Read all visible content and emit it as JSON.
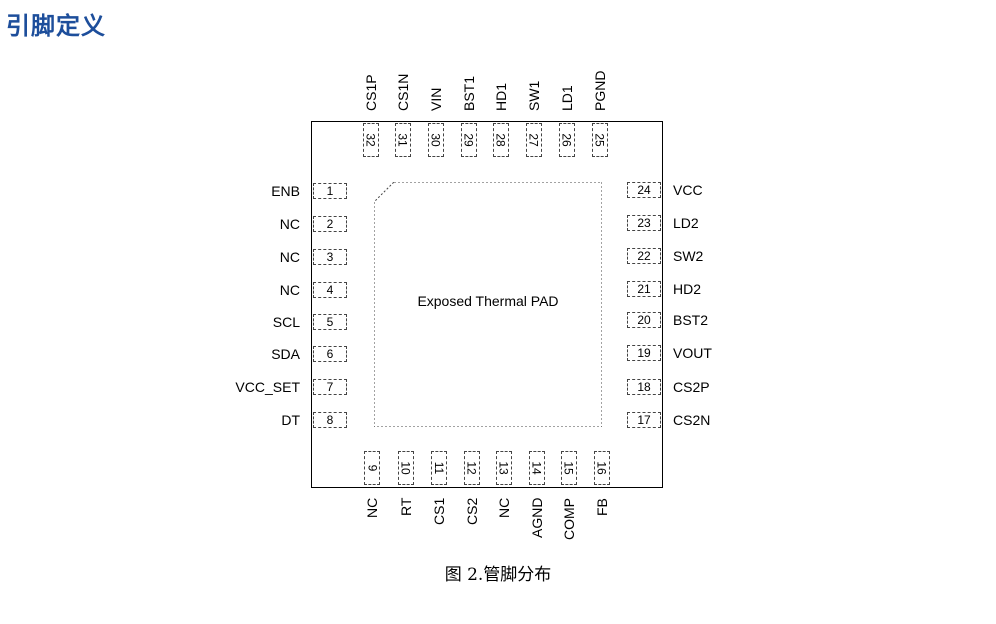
{
  "section_title": "引脚定义",
  "pad_label": "Exposed Thermal PAD",
  "caption": "图 2.管脚分布",
  "pins": {
    "left": [
      [
        "1",
        "ENB"
      ],
      [
        "2",
        "NC"
      ],
      [
        "3",
        "NC"
      ],
      [
        "4",
        "NC"
      ],
      [
        "5",
        "SCL"
      ],
      [
        "6",
        "SDA"
      ],
      [
        "7",
        "VCC_SET"
      ],
      [
        "8",
        "DT"
      ]
    ],
    "bottom": [
      [
        "9",
        "NC"
      ],
      [
        "10",
        "RT"
      ],
      [
        "11",
        "CS1"
      ],
      [
        "12",
        "CS2"
      ],
      [
        "13",
        "NC"
      ],
      [
        "14",
        "AGND"
      ],
      [
        "15",
        "COMP"
      ],
      [
        "16",
        "FB"
      ]
    ],
    "right": [
      [
        "17",
        "CS2N"
      ],
      [
        "18",
        "CS2P"
      ],
      [
        "19",
        "VOUT"
      ],
      [
        "20",
        "BST2"
      ],
      [
        "21",
        "HD2"
      ],
      [
        "22",
        "SW2"
      ],
      [
        "23",
        "LD2"
      ],
      [
        "24",
        "VCC"
      ]
    ],
    "top": [
      [
        "25",
        "PGND"
      ],
      [
        "26",
        "LD1"
      ],
      [
        "27",
        "SW1"
      ],
      [
        "28",
        "HD1"
      ],
      [
        "29",
        "BST1"
      ],
      [
        "30",
        "VIN"
      ],
      [
        "31",
        "CS1N"
      ],
      [
        "32",
        "CS1P"
      ]
    ]
  }
}
